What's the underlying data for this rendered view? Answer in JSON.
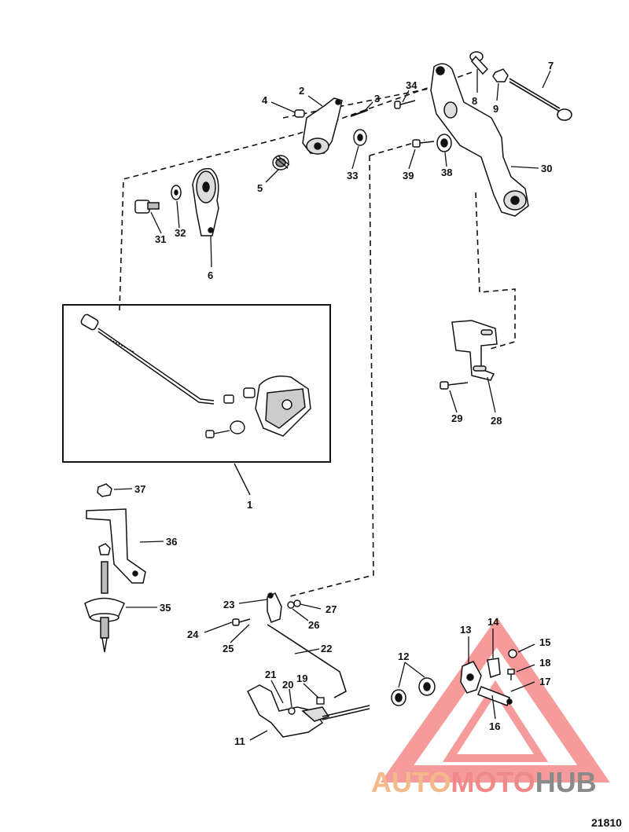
{
  "diagram": {
    "figure_number": "21810",
    "callouts": {
      "c1": "1",
      "c2": "2",
      "c3": "3",
      "c4": "4",
      "c5": "5",
      "c6": "6",
      "c7": "7",
      "c8": "8",
      "c9": "9",
      "c11": "11",
      "c12": "12",
      "c13": "13",
      "c14": "14",
      "c15": "15",
      "c16": "16",
      "c17": "17",
      "c18": "18",
      "c19": "19",
      "c20": "20",
      "c21": "21",
      "c22": "22",
      "c23": "23",
      "c24": "24",
      "c25": "25",
      "c26": "26",
      "c27": "27",
      "c28": "28",
      "c29": "29",
      "c30": "30",
      "c31": "31",
      "c32": "32",
      "c33": "33",
      "c34": "34",
      "c35": "35",
      "c36": "36",
      "c37": "37",
      "c38": "38",
      "c39": "39"
    }
  },
  "watermark": {
    "part1": "AUTO",
    "part2": "MOTO",
    "part3": "HUB",
    "colors": {
      "auto": "#f3b98a",
      "moto": "#f08a8a",
      "hub": "#8a8a8a",
      "triangle": "#f04a4a"
    }
  }
}
